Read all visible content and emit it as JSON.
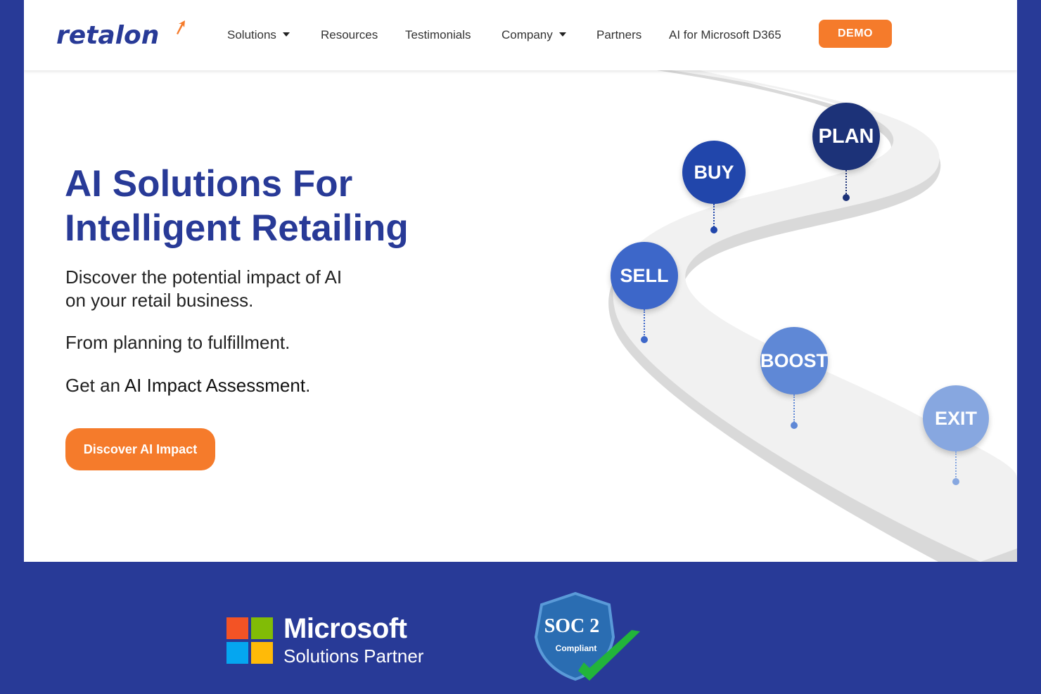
{
  "brand": {
    "logo_text": "retalon",
    "accent": "#f57b2b",
    "primary": "#283a97"
  },
  "nav": {
    "items": [
      {
        "label": "Solutions",
        "dropdown": true
      },
      {
        "label": "Resources",
        "dropdown": false
      },
      {
        "label": "Testimonials",
        "dropdown": false
      },
      {
        "label": "Company",
        "dropdown": true
      },
      {
        "label": "Partners",
        "dropdown": false
      },
      {
        "label": "AI for Microsoft D365",
        "dropdown": false
      }
    ],
    "demo_label": "DEMO"
  },
  "hero": {
    "title_line1": "AI Solutions For",
    "title_line2": "Intelligent Retailing",
    "p1_line1": "Discover the potential impact of AI",
    "p1_line2": "on your retail business.",
    "p2": "From planning to fulfillment.",
    "p3_prefix": "Get an ",
    "p3_bold": "AI Impact Assessment",
    "p3_suffix": ".",
    "cta_label": "Discover AI Impact"
  },
  "journey": {
    "stages": [
      {
        "label": "PLAN",
        "color": "#1c3278"
      },
      {
        "label": "BUY",
        "color": "#2146ab"
      },
      {
        "label": "SELL",
        "color": "#3d67c9"
      },
      {
        "label": "BOOST",
        "color": "#5f88d6"
      },
      {
        "label": "EXIT",
        "color": "#87a7e0"
      }
    ]
  },
  "partners": {
    "microsoft_word": "Microsoft",
    "microsoft_sub": "Solutions Partner",
    "soc_title": "SOC 2",
    "soc_sub": "Compliant"
  }
}
